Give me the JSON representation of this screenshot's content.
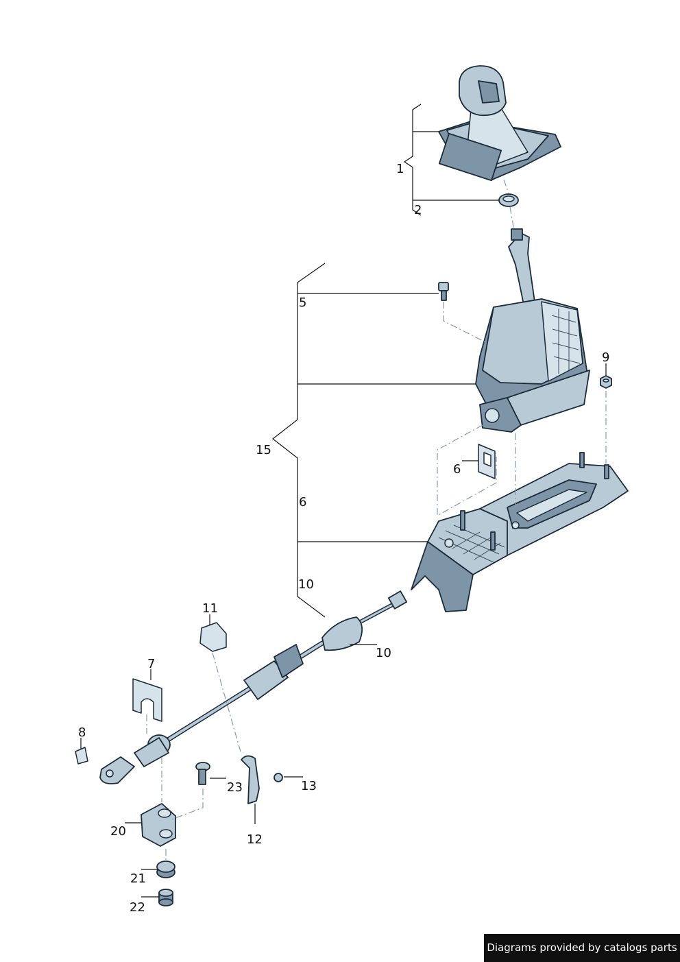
{
  "diagram": {
    "callouts": [
      {
        "id": "c1",
        "text": "1"
      },
      {
        "id": "c2",
        "text": "2"
      },
      {
        "id": "c5",
        "text": "5"
      },
      {
        "id": "c9",
        "text": "9"
      },
      {
        "id": "c15",
        "text": "15"
      },
      {
        "id": "c6a",
        "text": "6"
      },
      {
        "id": "c6b",
        "text": "6"
      },
      {
        "id": "c10a",
        "text": "10"
      },
      {
        "id": "c10b",
        "text": "10"
      },
      {
        "id": "c11",
        "text": "11"
      },
      {
        "id": "c7",
        "text": "7"
      },
      {
        "id": "c8",
        "text": "8"
      },
      {
        "id": "c23",
        "text": "23"
      },
      {
        "id": "c13",
        "text": "13"
      },
      {
        "id": "c12",
        "text": "12"
      },
      {
        "id": "c20",
        "text": "20"
      },
      {
        "id": "c21",
        "text": "21"
      },
      {
        "id": "c22",
        "text": "22"
      }
    ]
  },
  "footer": {
    "text": "Diagrams provided by catalogs parts"
  }
}
